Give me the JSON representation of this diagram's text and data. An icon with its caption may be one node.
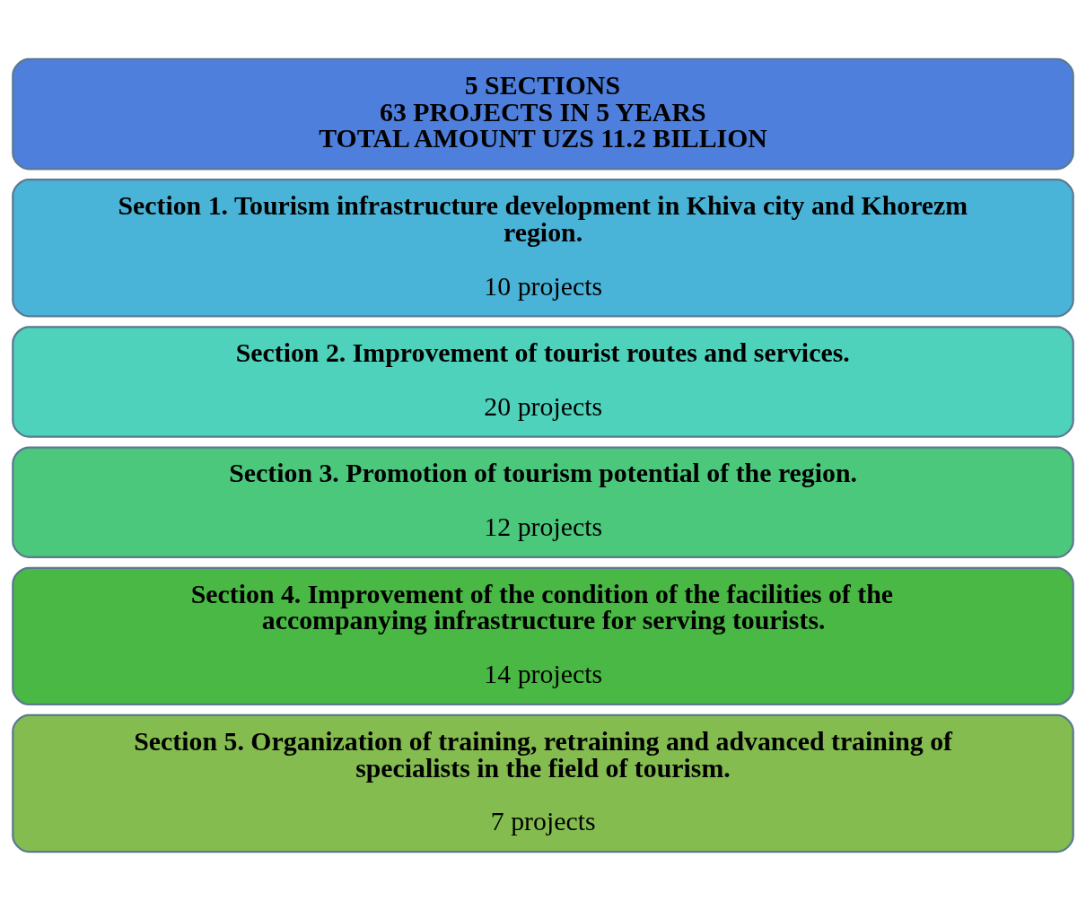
{
  "diagram": {
    "nodes": [
      {
        "text": [
          "5 SECTIONS",
          "63 PROJECTS IN 5 YEARS",
          "TOTAL AMOUNT UZS 11.2 BILLION"
        ]
      },
      {
        "text": [
          "Section 1. Tourism infrastructure development in Khiva city and Khorezm region.",
          "10 projects"
        ]
      },
      {
        "text": [
          "Section 2. Improvement of tourist routes and services.",
          "20 projects"
        ]
      },
      {
        "text": [
          "Section 3. Promotion of tourism potential of the region.",
          "12 projects"
        ]
      },
      {
        "text": [
          "Section 4. Improvement of the condition of the facilities of the accompanying infrastructure for serving tourists.",
          "14 projects"
        ]
      },
      {
        "text": [
          "Section 5. Organization of training, retraining and advanced training of specialists in the field of tourism.",
          "7 projects"
        ]
      }
    ]
  }
}
